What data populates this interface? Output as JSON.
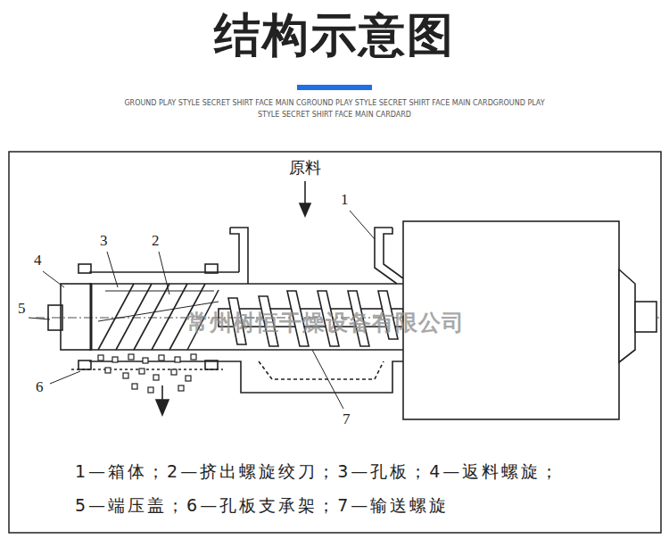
{
  "diagram": {
    "title": "结构示意图",
    "labels": [
      "GROUND PLAY STYLE SECRET SHIRT FACE MAIN CGROUND PLAY STYLE SECRET SHIRT FACE MAIN CARDGROUND PLAY STYLE SECRET SHIRT FACE MAIN CARDARD",
      "原料",
      "1",
      "3",
      "2",
      "4",
      "5",
      "6",
      "7",
      "常州树恒干燥设备有限公司",
      "1—箱体；2—挤出螺旋绞刀；3—孔板；4—返料螺旋；",
      "5—端压盖；6—孔板支承架；7—输送螺旋"
    ]
  }
}
